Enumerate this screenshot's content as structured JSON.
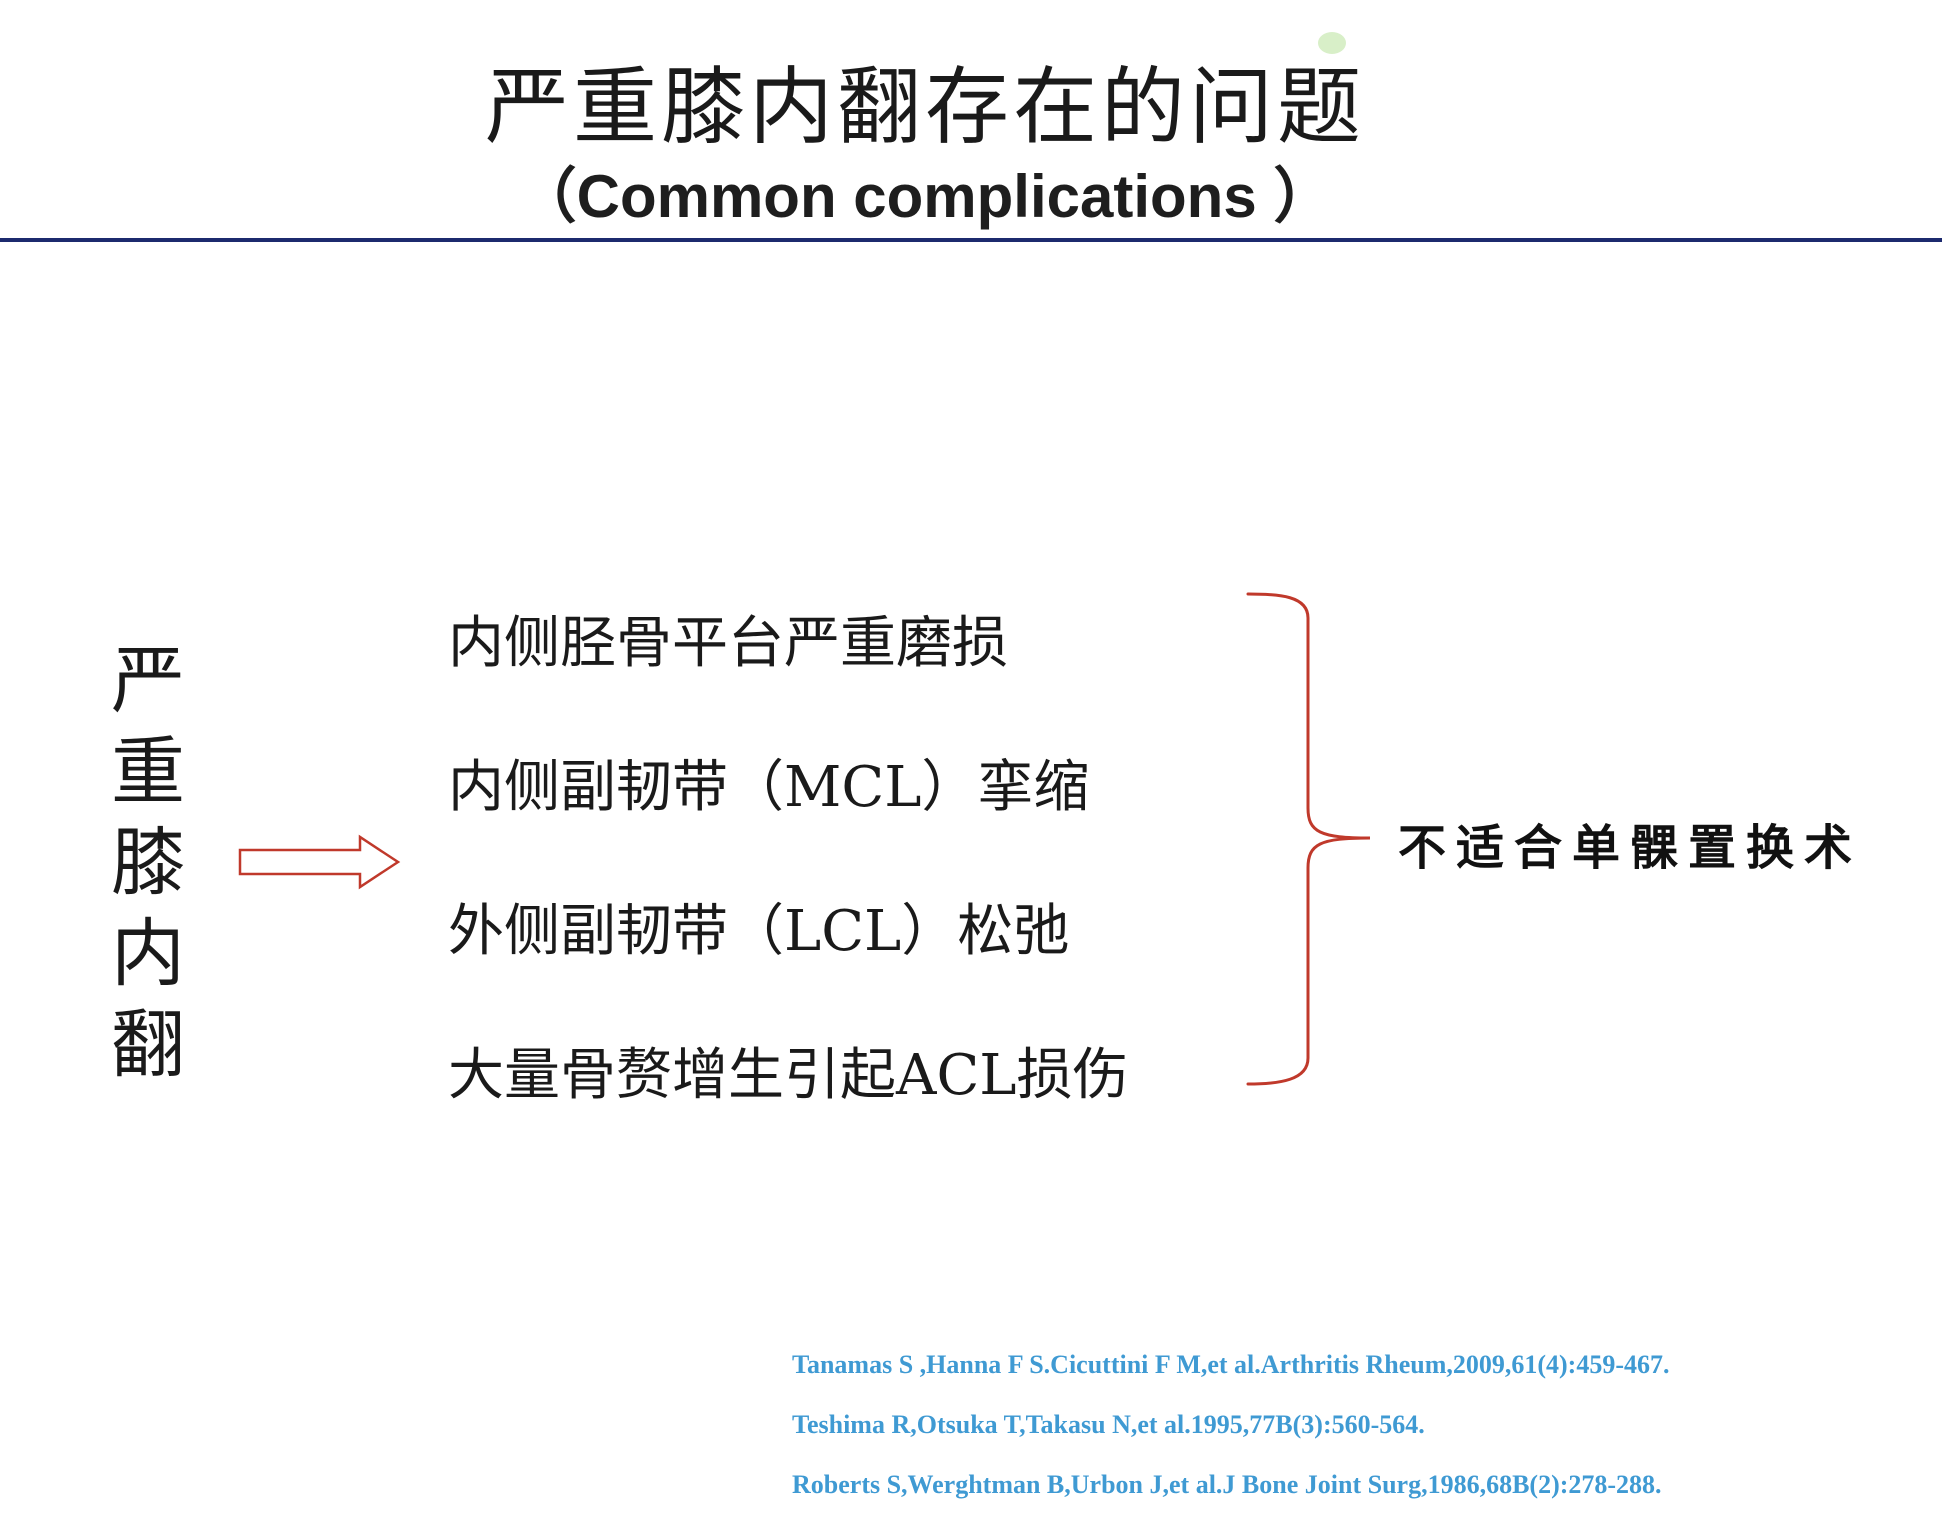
{
  "slide": {
    "title_zh": "严重膝内翻存在的问题",
    "title_en": "（Common complications ）",
    "vertical_label": [
      "严",
      "重",
      "膝",
      "内",
      "翻"
    ],
    "items": [
      "内侧胫骨平台严重磨损",
      "内侧副韧带（MCL）挛缩",
      "外侧副韧带（LCL）松弛",
      "大量骨赘增生引起ACL损伤"
    ],
    "conclusion": "不适合单髁置换术",
    "references": [
      "Tanamas S ,Hanna F S.Cicuttini F M,et al.Arthritis Rheum,2009,61(4):459-467.",
      "Teshima R,Otsuka T,Takasu N,et al.1995,77B(3):560-564.",
      "Roberts S,Werghtman B,Urbon J,et al.J Bone Joint Surg,1986,68B(2):278-288."
    ],
    "icons": {
      "arrow": "right-arrow-outline-icon",
      "brace": "right-curly-brace-icon"
    },
    "colors": {
      "title_rule": "#1c2a6e",
      "arrow": "#c0392b",
      "brace": "#c0392b",
      "references": "#3f9ad3"
    }
  }
}
